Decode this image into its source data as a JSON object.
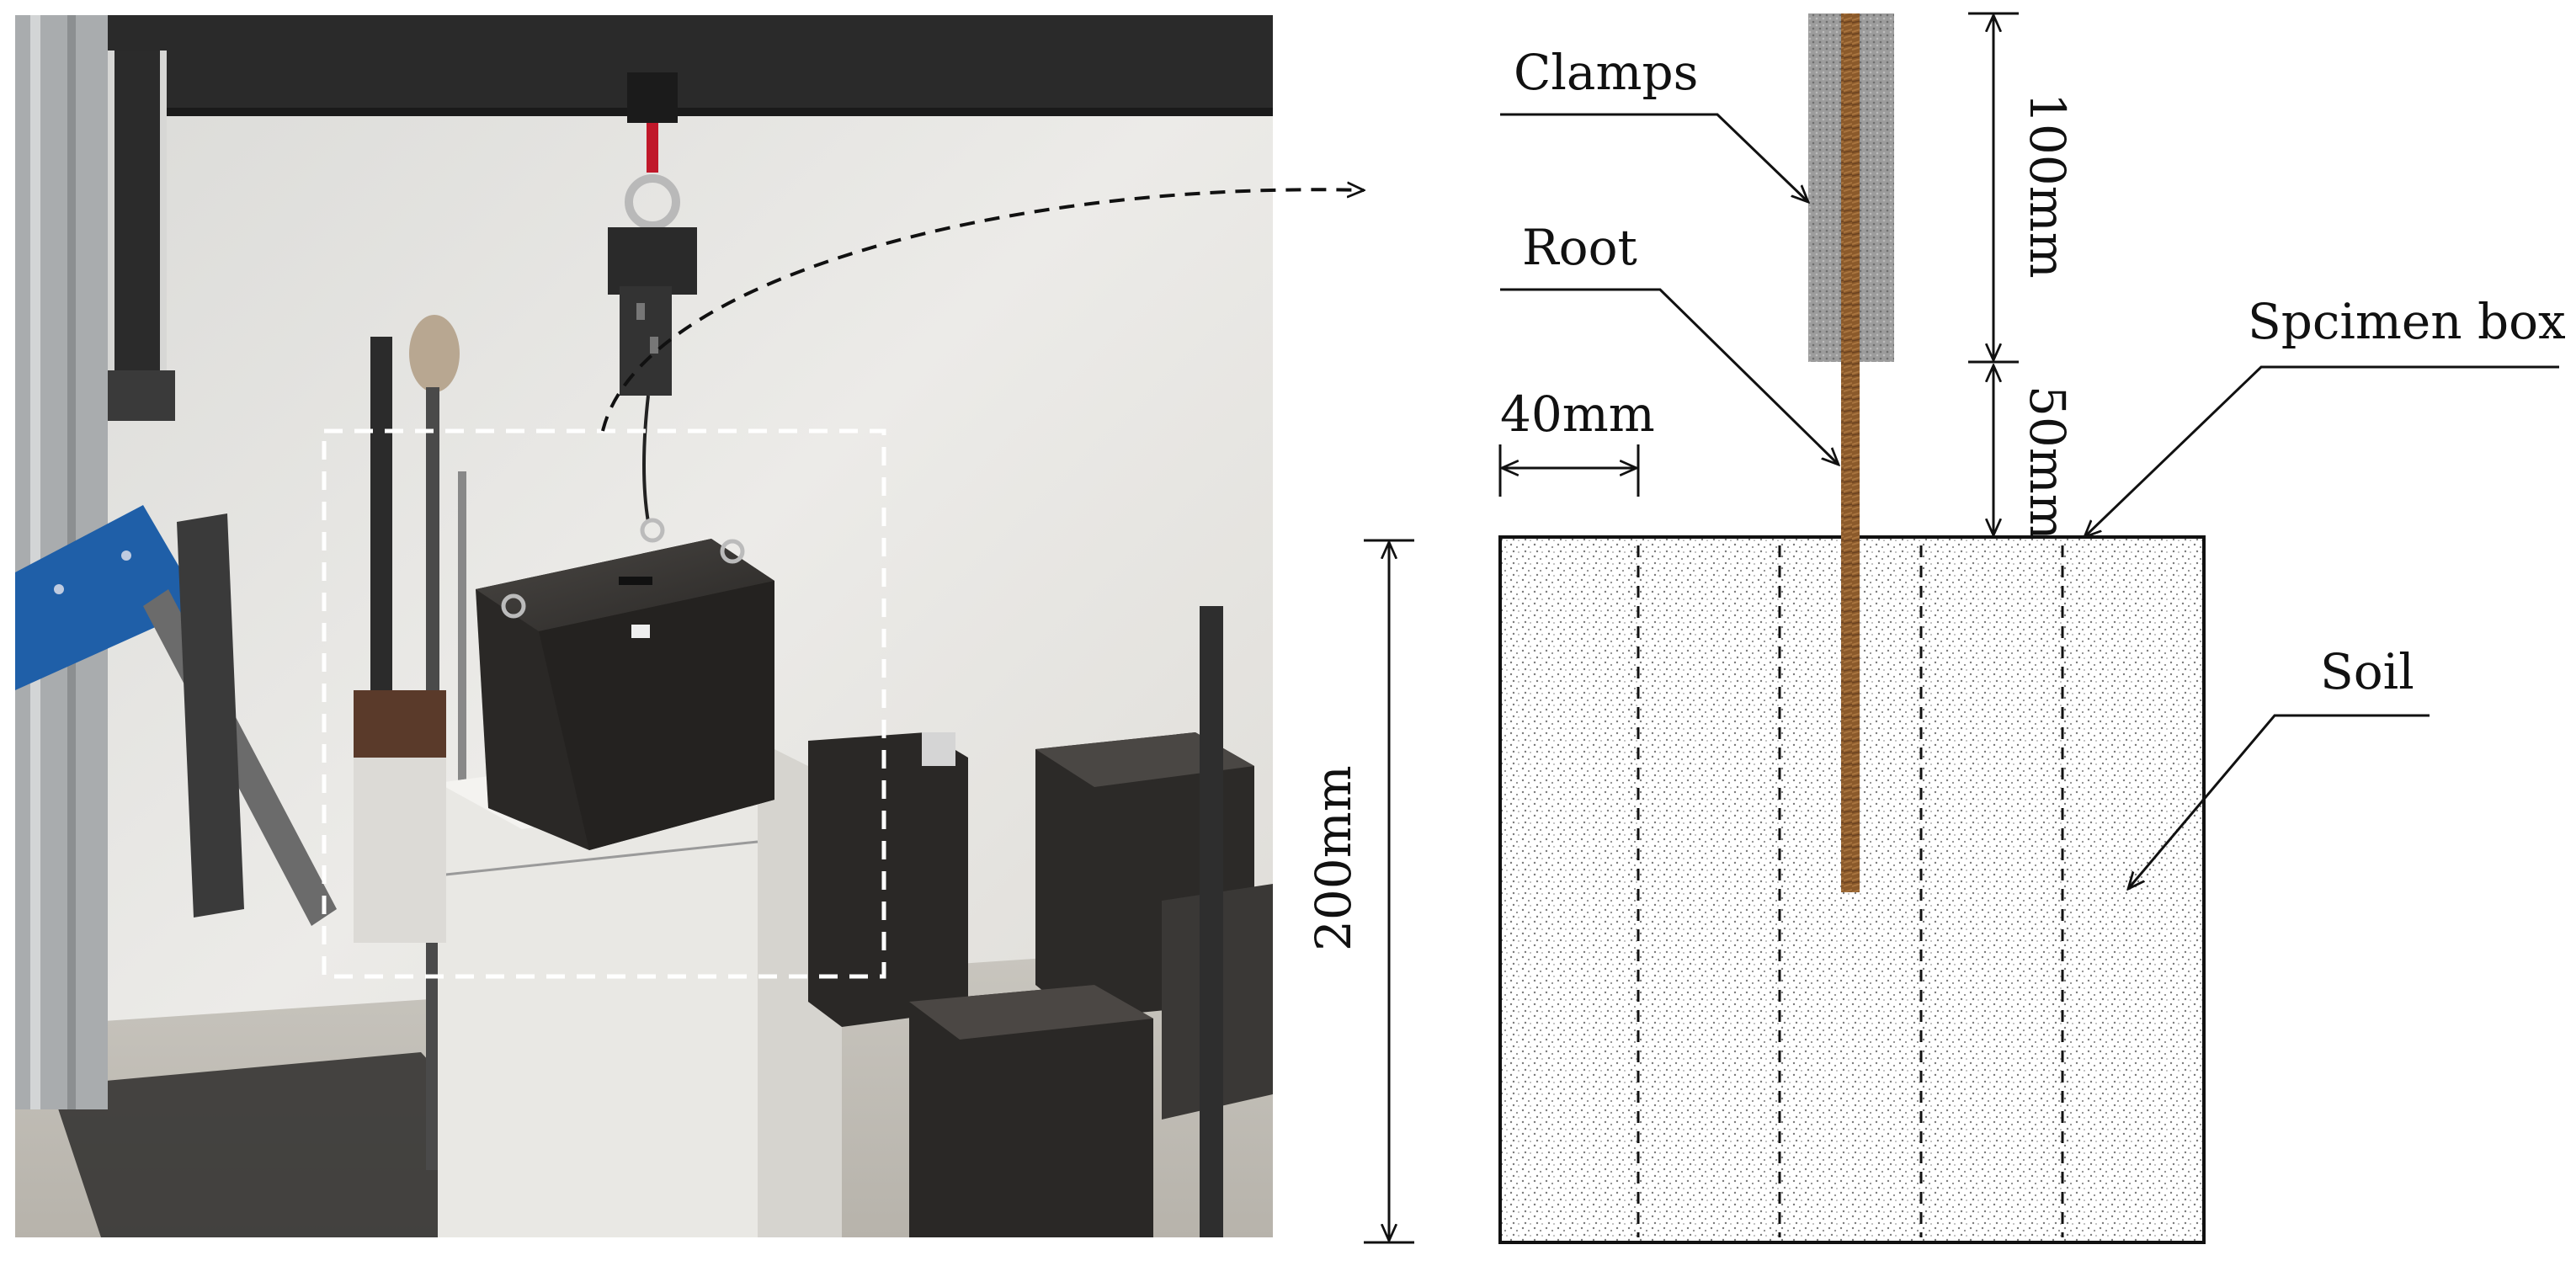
{
  "photo": {
    "description_visible_text": ""
  },
  "schematic": {
    "labels": {
      "clamps": "Clamps",
      "root": "Root",
      "specimen_box": "Spcimen box",
      "soil": "Soil"
    },
    "dimensions": {
      "clamp_length": "100mm",
      "gap_above_box": "50mm",
      "column_width": "40mm",
      "box_height": "200mm"
    }
  },
  "colors": {
    "root": "#8b5a2b",
    "clamp": "#9a9a9a",
    "soil_dot": "#6f6f6f",
    "line": "#111111",
    "photo_wall": "#e4e4e2",
    "box_steel": "#2b2b2b",
    "column_blue": "#1f5fa8"
  }
}
